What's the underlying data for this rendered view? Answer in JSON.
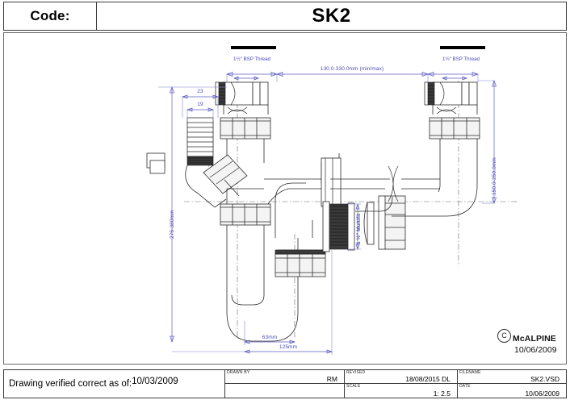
{
  "header": {
    "code_label": "Code:",
    "product_code": "SK2"
  },
  "drawing": {
    "dimensions": {
      "top_span": "130.0-330.0mm (min/max)",
      "left_thread": "1½\" BSP Thread",
      "right_thread": "1½\" BSP Thread",
      "nozzle_outer": "23",
      "nozzle_inner": "19",
      "left_height": "275-380mm",
      "right_height": "150.0-250.0mm",
      "multifit": "1 ½\" Multifit",
      "trap_depth": "63mm",
      "trap_width": "125mm"
    }
  },
  "copyright": {
    "mark": "C",
    "company": "McALPINE",
    "date": "10/06/2009"
  },
  "title_block": {
    "verified_label": "Drawing verified correct as of:",
    "verified_date": "10/03/2009",
    "drawn_by_label": "DRAWN BY",
    "drawn_by_value": "RM",
    "revised_label": "REVISED",
    "revised_value": "18/08/2015 DL",
    "scale_label": "SCALE",
    "scale_value": "1: 2.5",
    "filename_label": "FILENAME",
    "filename_value": "SK2.VSD",
    "date_label": "DATE",
    "date_value": "10/06/2009"
  }
}
